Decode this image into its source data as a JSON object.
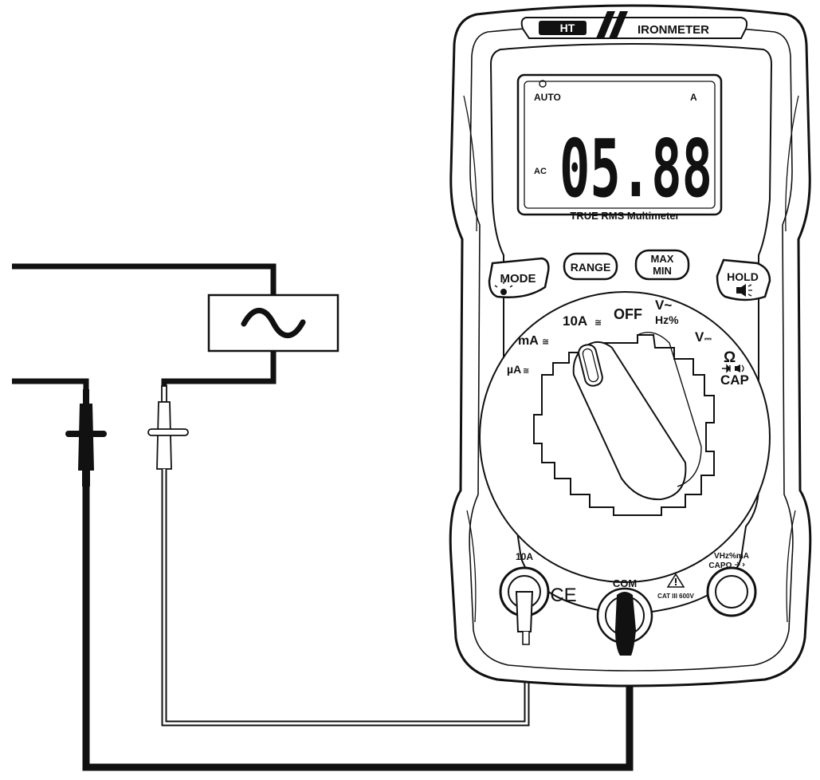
{
  "brand": {
    "logo": "HT",
    "model": "IRONMETER"
  },
  "display": {
    "auto_label": "AUTO",
    "unit": "A",
    "mode": "AC",
    "reading": "05.88",
    "subtitle": "TRUE RMS Multimeter"
  },
  "buttons": {
    "mode": "MODE",
    "range": "RANGE",
    "maxmin_line1": "MAX",
    "maxmin_line2": "MIN",
    "hold": "HOLD"
  },
  "dial": {
    "pos_10a": "10A",
    "pos_ma": "mA",
    "pos_ua": "µA",
    "pos_off": "OFF",
    "pos_vac_line1": "V~",
    "pos_vac_line2": "Hz%",
    "pos_vdc": "V",
    "pos_ohm": "Ω",
    "pos_cap": "CAP"
  },
  "terminals": {
    "t10a": "10A",
    "com": "COM",
    "vhz_line1": "VHz%mA",
    "vhz_line2": "CAPΩ",
    "category": "CAT III 600V",
    "ce_mark": "CE"
  },
  "source": {
    "symbol": "~"
  },
  "icons": [
    "bulb-icon",
    "backlight-icon",
    "warning-triangle-icon",
    "continuity-icon",
    "diode-icon",
    "ac-sine-icon",
    "auto-power-off-icon"
  ],
  "colors": {
    "ink": "#111111",
    "red_lead": "#ffffff",
    "black_lead": "#111111"
  }
}
